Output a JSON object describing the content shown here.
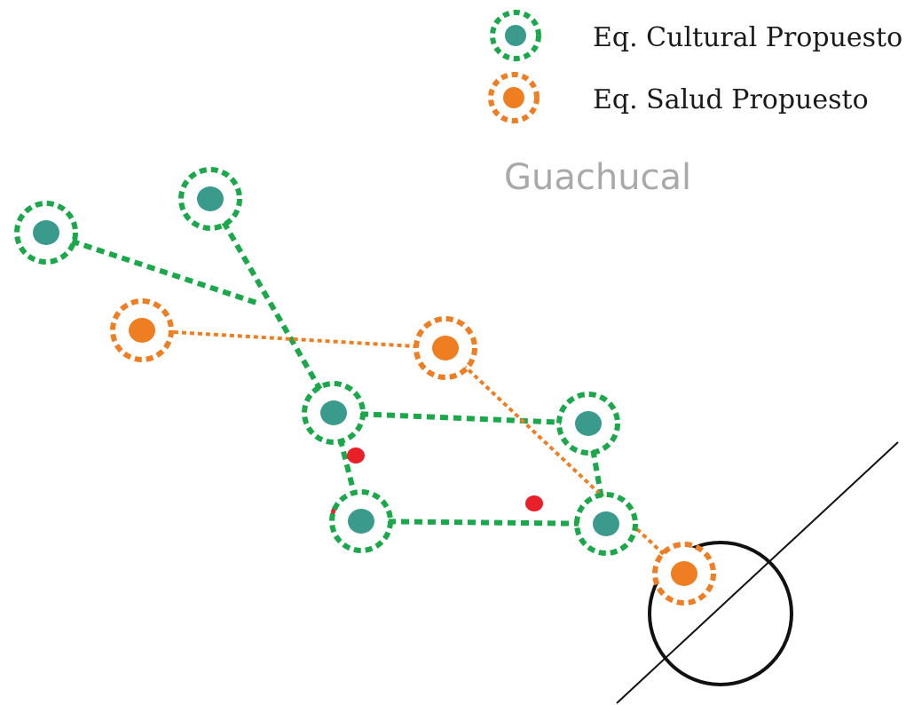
{
  "legend": {
    "cultural_label": "Eq. Cultural Propuesto",
    "salud_label": "Eq. Salud Propuesto"
  },
  "place_name": "Guachucal",
  "colors": {
    "cultural_ring": "#1aa84a",
    "cultural_fill": "#3a9b8c",
    "salud_ring": "#ef7d22",
    "salud_fill": "#ef7d22",
    "red_dot": "#e8202a",
    "road": "#111111"
  },
  "nodes": [
    {
      "id": "c1",
      "type": "cultural"
    },
    {
      "id": "c2",
      "type": "cultural"
    },
    {
      "id": "c3",
      "type": "cultural"
    },
    {
      "id": "c4",
      "type": "cultural"
    },
    {
      "id": "c5",
      "type": "cultural"
    },
    {
      "id": "c6",
      "type": "cultural"
    },
    {
      "id": "s1",
      "type": "salud"
    },
    {
      "id": "s2",
      "type": "salud"
    },
    {
      "id": "s3",
      "type": "salud"
    }
  ],
  "links": [
    {
      "from": "c1",
      "to": "junction",
      "type": "cultural"
    },
    {
      "from": "c2",
      "to": "c3",
      "type": "cultural"
    },
    {
      "from": "c3",
      "to": "c4",
      "type": "cultural"
    },
    {
      "from": "c3",
      "to": "c5",
      "type": "cultural"
    },
    {
      "from": "c5",
      "to": "c6",
      "type": "cultural"
    },
    {
      "from": "c4",
      "to": "c6",
      "type": "cultural"
    },
    {
      "from": "s1",
      "to": "s2",
      "type": "salud"
    },
    {
      "from": "s2",
      "to": "s3",
      "type": "salud"
    }
  ],
  "markers": [
    {
      "id": "m1",
      "type": "red-dot"
    },
    {
      "id": "m2",
      "type": "red-dot"
    },
    {
      "id": "m3",
      "type": "red-dot"
    }
  ]
}
